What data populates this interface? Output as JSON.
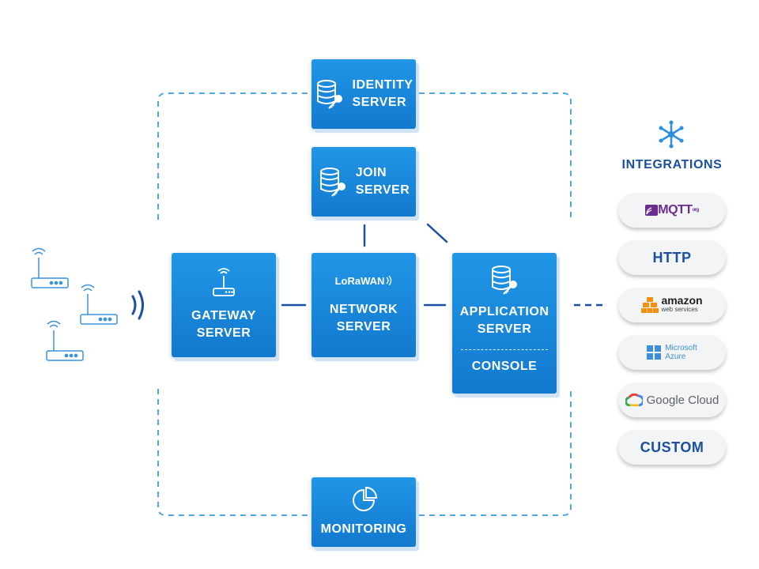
{
  "servers": {
    "identity": {
      "line1": "IDENTITY",
      "line2": "SERVER"
    },
    "join": {
      "line1": "JOIN",
      "line2": "SERVER"
    },
    "gateway": {
      "line1": "GATEWAY",
      "line2": "SERVER"
    },
    "network": {
      "logo": "LoRaWAN",
      "line1": "NETWORK",
      "line2": "SERVER"
    },
    "application": {
      "line1": "APPLICATION",
      "line2": "SERVER",
      "console": "CONSOLE"
    },
    "monitoring": {
      "label": "MONITORING"
    }
  },
  "integrations": {
    "title": "INTEGRATIONS",
    "mqtt": {
      "text": "MQTT",
      "sub": "org"
    },
    "http": "HTTP",
    "amazon": {
      "main": "amazon",
      "sub": "web services"
    },
    "azure": {
      "line1": "Microsoft",
      "line2": "Azure"
    },
    "google": "Google Cloud",
    "custom": "CUSTOM"
  },
  "colors": {
    "box": "#1a87dc",
    "dashed_border": "#4ea8e8",
    "connector": "#1a4fa0",
    "title": "#1a4fa0"
  },
  "icons": [
    "database-key-icon",
    "router-icon",
    "lorawan-logo",
    "pie-chart-icon",
    "network-hub-icon",
    "wireless-signal-icon"
  ]
}
